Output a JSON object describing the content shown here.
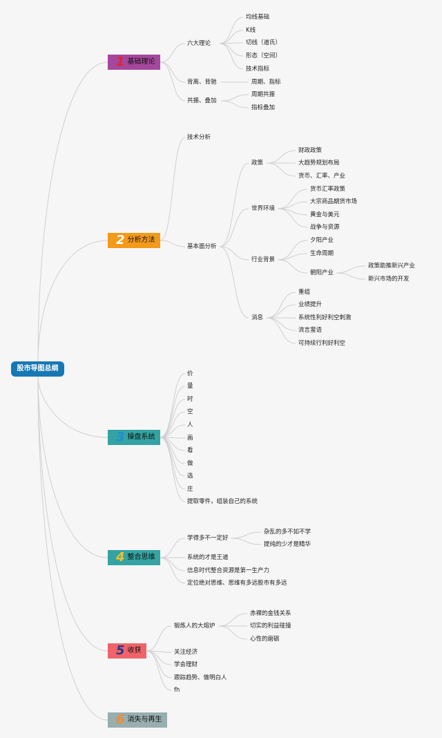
{
  "root": "股市导图总纲",
  "branches": [
    {
      "num": "1",
      "label": "基础理论",
      "bg": "#a5479c",
      "numColor": "#e3242b"
    },
    {
      "num": "2",
      "label": "分析方法",
      "bg": "#f49a1a",
      "numColor": "#ffffff"
    },
    {
      "num": "3",
      "label": "操盘系统",
      "bg": "#35a3a3",
      "numColor": "#1b8fd3"
    },
    {
      "num": "4",
      "label": "整合思维",
      "bg": "#35a3a3",
      "numColor": "#f6c125"
    },
    {
      "num": "5",
      "label": "收获",
      "bg": "#f0636b",
      "numColor": "#233a8a"
    },
    {
      "num": "6",
      "label": "消失与再生",
      "bg": "#98aeb0",
      "numColor": "#f28b2c"
    }
  ],
  "b1": {
    "liuda": "六大理论",
    "liuda_items": [
      "均线基础",
      "K线",
      "切线（道氏）",
      "形态（空间）",
      "技术指标"
    ],
    "beili": "背离、背驰",
    "beili_items": [
      "周期、指标"
    ],
    "gongzhen": "共振、叠加",
    "gongzhen_items": [
      "周期共振",
      "指标叠加"
    ]
  },
  "b2": {
    "jishu": "技术分析",
    "jibenmian": "基本面分析",
    "zhengce": "政策",
    "zhengce_items": [
      "财政政策",
      "大趋势规划布局",
      "货币、汇率、产业"
    ],
    "shijie": "世界环境",
    "shijie_items": [
      "货币汇率政策",
      "大宗商品期货市场",
      "黄金与美元",
      "战争与资源"
    ],
    "hangye": "行业背景",
    "hangye_items": [
      "夕阳产业",
      "生命周期"
    ],
    "chaoyang": "朝阳产业",
    "chaoyang_items": [
      "政策助推新兴产业",
      "新兴市场的开发"
    ],
    "xiaoxi": "消息",
    "xiaoxi_items": [
      "重组",
      "业绩提升",
      "系统性利好利空刺激",
      "流言蜚语",
      "可持续行利好利空"
    ]
  },
  "b3": {
    "items": [
      "价",
      "量",
      "时",
      "空",
      "人",
      "画",
      "看",
      "做",
      "选",
      "庄",
      "提取零件，组装自己的系统"
    ]
  },
  "b4": {
    "xuede": "学得多不一定好",
    "xuede_items": [
      "杂乱的多不如不学",
      "提纯的少才是精华"
    ],
    "items": [
      "系统的才是王道",
      "信息时代整合资源是第一生产力",
      "定位绝对思维、思维有多远股市有多远"
    ]
  },
  "b5": {
    "duanlian": "锻炼人的大熔炉",
    "duanlian_items": [
      "赤裸的金钱关系",
      "切实的利益碰撞",
      "心性的磨砺"
    ],
    "items": [
      "关注经济",
      "学会理财",
      "跟踪趋势、做明白人",
      "fh"
    ]
  }
}
